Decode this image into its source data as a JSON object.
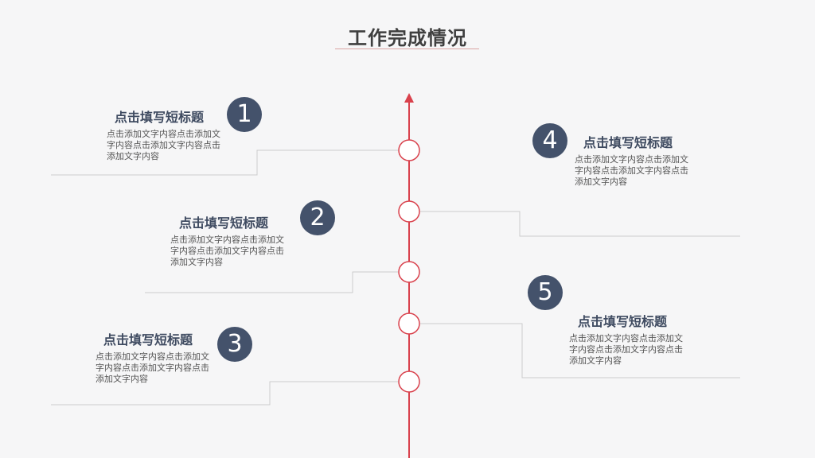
{
  "title": "工作完成情况",
  "colors": {
    "accent": "#d9414c",
    "badge": "#44526b",
    "heading": "#3e4a60",
    "connector": "#cccccc"
  },
  "items": [
    {
      "number": "1",
      "heading": "点击填写短标题",
      "body": "点击添加文字内容点击添加文字内容点击添加文字内容点击添加文字内容"
    },
    {
      "number": "2",
      "heading": "点击填写短标题",
      "body": "点击添加文字内容点击添加文字内容点击添加文字内容点击添加文字内容"
    },
    {
      "number": "3",
      "heading": "点击填写短标题",
      "body": "点击添加文字内容点击添加文字内容点击添加文字内容点击添加文字内容"
    },
    {
      "number": "4",
      "heading": "点击填写短标题",
      "body": "点击添加文字内容点击添加文字内容点击添加文字内容点击添加文字内容"
    },
    {
      "number": "5",
      "heading": "点击填写短标题",
      "body": "点击添加文字内容点击添加文字内容点击添加文字内容点击添加文字内容"
    }
  ]
}
